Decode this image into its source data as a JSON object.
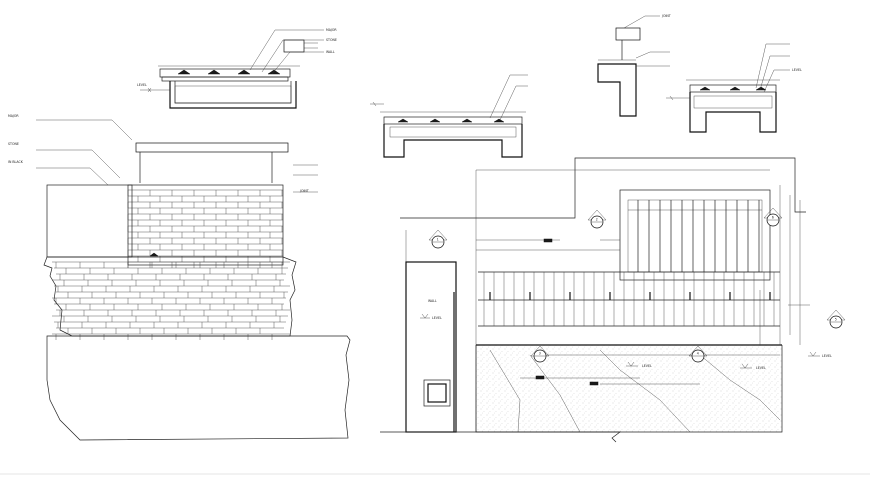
{
  "left_callouts": [
    "MAJOR",
    "STONE",
    "IN BLACK",
    "JOINT"
  ],
  "right_callouts": [
    "MAJOR",
    "STONE",
    "WALL",
    "JOINT",
    "LEVEL"
  ],
  "labels": {
    "left_level": "LEVEL",
    "level_1": "LEVEL",
    "level_2": "LEVEL",
    "level_3": "LEVEL",
    "level_4": "LEVEL",
    "inner_wall": "WALL"
  },
  "section_markers": [
    "1",
    "2",
    "3",
    "4",
    "5",
    "6"
  ],
  "colors": {
    "line": "#222222",
    "background": "#ffffff"
  }
}
